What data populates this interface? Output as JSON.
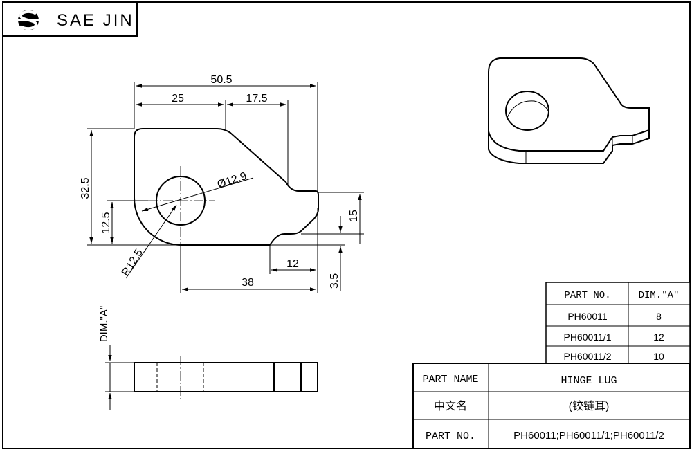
{
  "company": {
    "name": "SAE JIN",
    "logo": "sae-jin-s-logo"
  },
  "dimensions": {
    "overall_width": "50.5",
    "top_left_width": "25",
    "slope_width": "17.5",
    "overall_height": "32.5",
    "hole_center_height": "12.5",
    "hole_diameter": "Ø12.9",
    "corner_radius": "R12.5",
    "tab_height": "15",
    "tab_width": "12",
    "hole_to_right": "38",
    "notch_depth": "3.5",
    "side_thickness": "DIM.\"A\""
  },
  "dim_table": {
    "headers": [
      "PART NO.",
      "DIM.\"A\""
    ],
    "rows": [
      [
        "PH60011",
        "8"
      ],
      [
        "PH60011/1",
        "12"
      ],
      [
        "PH60011/2",
        "10"
      ]
    ]
  },
  "title_block": {
    "part_name_label": "PART NAME",
    "part_name_value": "HINGE LUG",
    "chinese_label": "中文名",
    "chinese_value": "(铰链耳)",
    "part_no_label": "PART NO.",
    "part_no_value": "PH60011;PH60011/1;PH60011/2"
  }
}
